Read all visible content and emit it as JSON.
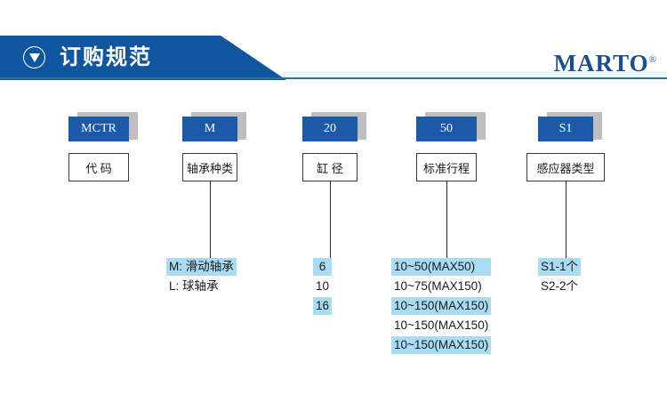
{
  "header": {
    "title": "订购规范",
    "icon": "circle-down-triangle-icon",
    "brand": "MARTO",
    "brand_mark": "®",
    "banner_color": "#10569f",
    "brand_color": "#1b4f85"
  },
  "accent": {
    "chip_blue": "#1a5aa8",
    "highlight_blue": "#a9dcf2",
    "shadow_gray": "#bfbfbf"
  },
  "columns": [
    {
      "code": "MCTR",
      "label": "代 码",
      "has_connector": false,
      "options": []
    },
    {
      "code": "M",
      "label": "轴承种类",
      "has_connector": true,
      "options": [
        {
          "text": "M: 滑动轴承",
          "highlighted": true
        },
        {
          "text": "L: 球轴承",
          "highlighted": false
        }
      ]
    },
    {
      "code": "20",
      "label": "缸 径",
      "has_connector": true,
      "options": [
        {
          "text": "6",
          "highlighted": true
        },
        {
          "text": "10",
          "highlighted": false
        },
        {
          "text": "16",
          "highlighted": true
        }
      ]
    },
    {
      "code": "50",
      "label": "标准行程",
      "has_connector": true,
      "options": [
        {
          "text": "10~50(MAX50)",
          "highlighted": true
        },
        {
          "text": "10~75(MAX150)",
          "highlighted": false
        },
        {
          "text": "10~150(MAX150)",
          "highlighted": true
        },
        {
          "text": "10~150(MAX150)",
          "highlighted": false
        },
        {
          "text": "10~150(MAX150)",
          "highlighted": true
        }
      ]
    },
    {
      "code": "S1",
      "label": "感应器类型",
      "has_connector": true,
      "options": [
        {
          "text": "S1-1个",
          "highlighted": true
        },
        {
          "text": "S2-2个",
          "highlighted": false
        }
      ]
    }
  ]
}
